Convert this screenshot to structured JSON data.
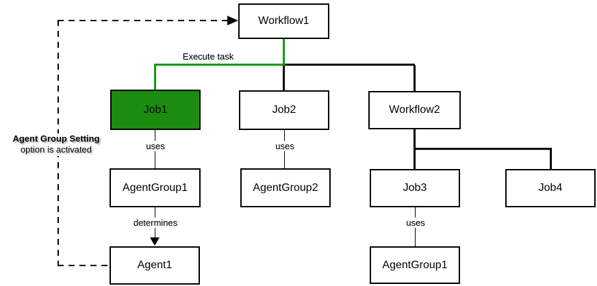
{
  "diagram": {
    "nodes": [
      {
        "id": "workflow1",
        "label": "Workflow1",
        "highlighted": false
      },
      {
        "id": "job1",
        "label": "Job1",
        "highlighted": true
      },
      {
        "id": "job2",
        "label": "Job2",
        "highlighted": false
      },
      {
        "id": "workflow2",
        "label": "Workflow2",
        "highlighted": false
      },
      {
        "id": "agentgroup1",
        "label": "AgentGroup1",
        "highlighted": false
      },
      {
        "id": "agentgroup2",
        "label": "AgentGroup2",
        "highlighted": false
      },
      {
        "id": "job3",
        "label": "Job3",
        "highlighted": false
      },
      {
        "id": "job4",
        "label": "Job4",
        "highlighted": false
      },
      {
        "id": "agent1",
        "label": "Agent1",
        "highlighted": false
      },
      {
        "id": "agentgroup1b",
        "label": "AgentGroup1",
        "highlighted": false
      }
    ],
    "edge_labels": {
      "execute_task": "Execute task",
      "job1_uses": "uses",
      "job2_uses": "uses",
      "job3_uses": "uses",
      "determines": "determines"
    },
    "annotation": {
      "line1": "Agent Group Setting",
      "line2": "option is activated"
    },
    "colors": {
      "highlight_fill": "#1b8c0e",
      "highlight_line": "#0f9a0f",
      "connector": "#000000"
    }
  }
}
